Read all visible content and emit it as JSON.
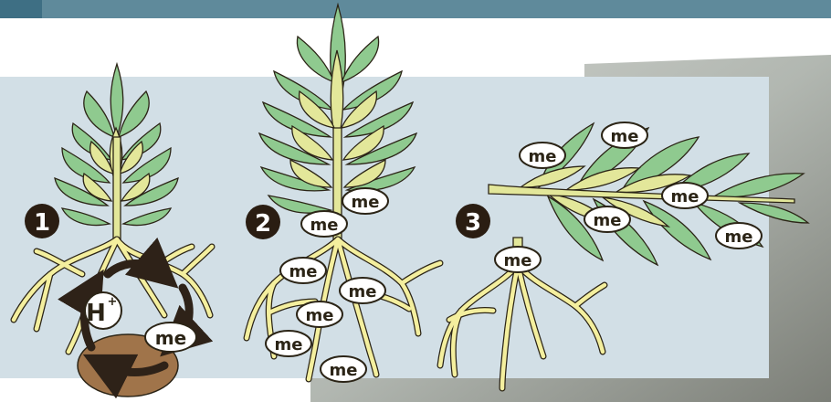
{
  "colors": {
    "top_bar": "#5f8a9b",
    "top_bar_accent": "#3e6f84",
    "panel_bg": "#d2dfe6",
    "leaf_light": "#e3e79a",
    "leaf_green": "#8fca8f",
    "outline": "#2b2416",
    "root_fill": "#f4ef9e",
    "badge_fill": "#2a1d12",
    "soil": "#a0744a",
    "arrow": "#2e2218"
  },
  "steps": [
    {
      "number": "1",
      "ion_label": "H",
      "ion_charge": "+",
      "tag": "me"
    },
    {
      "number": "2",
      "tags": [
        "me",
        "me",
        "me",
        "me",
        "me",
        "me",
        "me"
      ]
    },
    {
      "number": "3",
      "tags": [
        "me",
        "me",
        "me",
        "me",
        "me",
        "me"
      ]
    }
  ]
}
